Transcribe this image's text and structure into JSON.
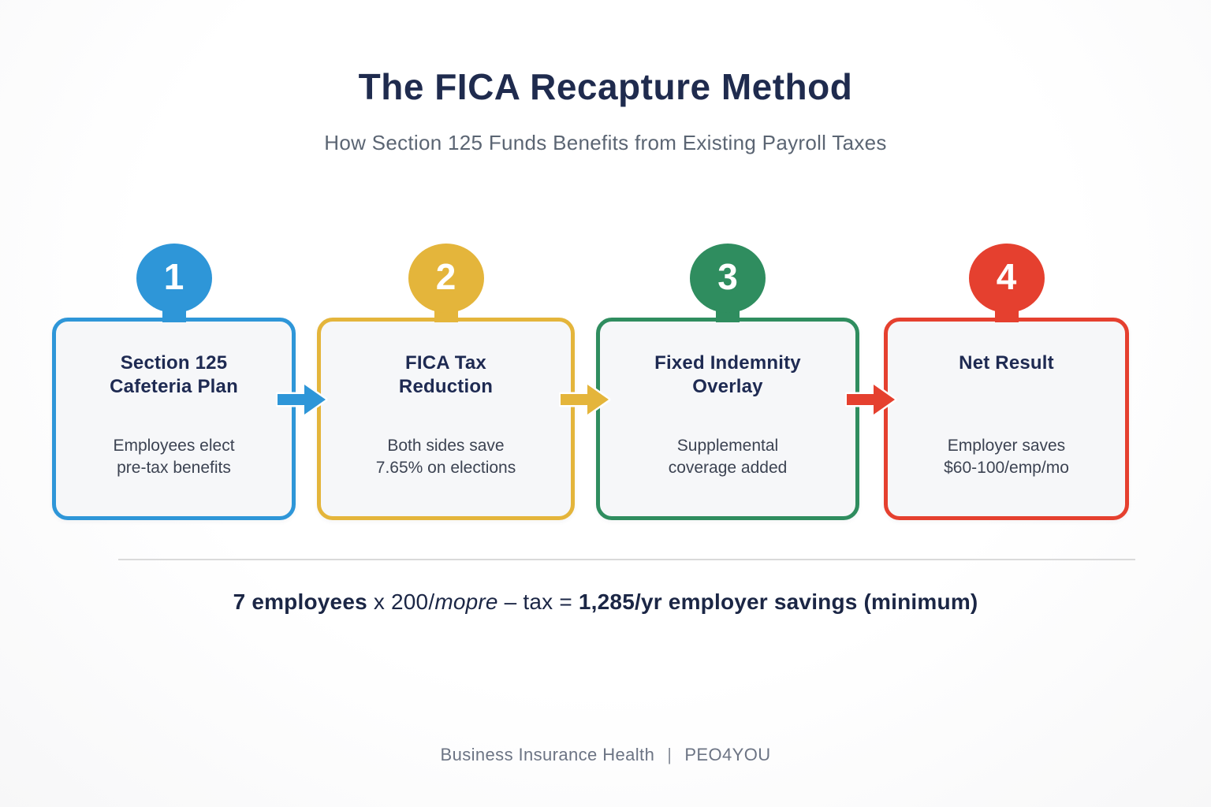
{
  "header": {
    "title": "The FICA Recapture Method",
    "subtitle": "How Section 125 Funds Benefits from Existing Payroll Taxes"
  },
  "steps": [
    {
      "number": "1",
      "accent_color": "#2e96d8",
      "title_lines": [
        "Section 125",
        "Cafeteria Plan"
      ],
      "body_lines": [
        "Employees elect",
        "pre-tax benefits"
      ]
    },
    {
      "number": "2",
      "accent_color": "#e4b53b",
      "title_lines": [
        "FICA Tax",
        "Reduction"
      ],
      "body_lines": [
        "Both sides save",
        "7.65% on elections"
      ]
    },
    {
      "number": "3",
      "accent_color": "#2f8d5f",
      "title_lines": [
        "Fixed Indemnity",
        "Overlay"
      ],
      "body_lines": [
        "Supplemental",
        "coverage added"
      ]
    },
    {
      "number": "4",
      "accent_color": "#e5402f",
      "title_lines": [
        "Net Result"
      ],
      "body_lines": [
        "Employer saves",
        "$60-100/emp/mo"
      ]
    }
  ],
  "arrows": [
    {
      "name": "arrow-step1-to-step2",
      "color": "#2e96d8"
    },
    {
      "name": "arrow-step2-to-step3",
      "color": "#e4b53b"
    },
    {
      "name": "arrow-step3-to-step4",
      "color": "#e5402f"
    }
  ],
  "formula": {
    "segments": [
      {
        "text": "7 employees",
        "style": "bold"
      },
      {
        "text": " x 200/",
        "style": "regular"
      },
      {
        "text": "mopre",
        "style": "italic"
      },
      {
        "text": " – tax = ",
        "style": "regular"
      },
      {
        "text": "1,285/yr employer savings (minimum)",
        "style": "bold"
      }
    ]
  },
  "footer": {
    "brand": "Business Insurance Health",
    "separator": "|",
    "product": "PEO4YOU"
  },
  "colors": {
    "title_text": "#1f2b4e",
    "subtitle_text": "#5b6573",
    "box_title_text": "#1e2a52",
    "box_body_text": "#3c4352",
    "box_fill": "#f6f7f9",
    "step1_blue": "#2e96d8",
    "step2_gold": "#e4b53b",
    "step3_green": "#2f8d5f",
    "step4_red": "#e5402f",
    "divider": "#dadada",
    "footer_text": "#6c7484"
  }
}
